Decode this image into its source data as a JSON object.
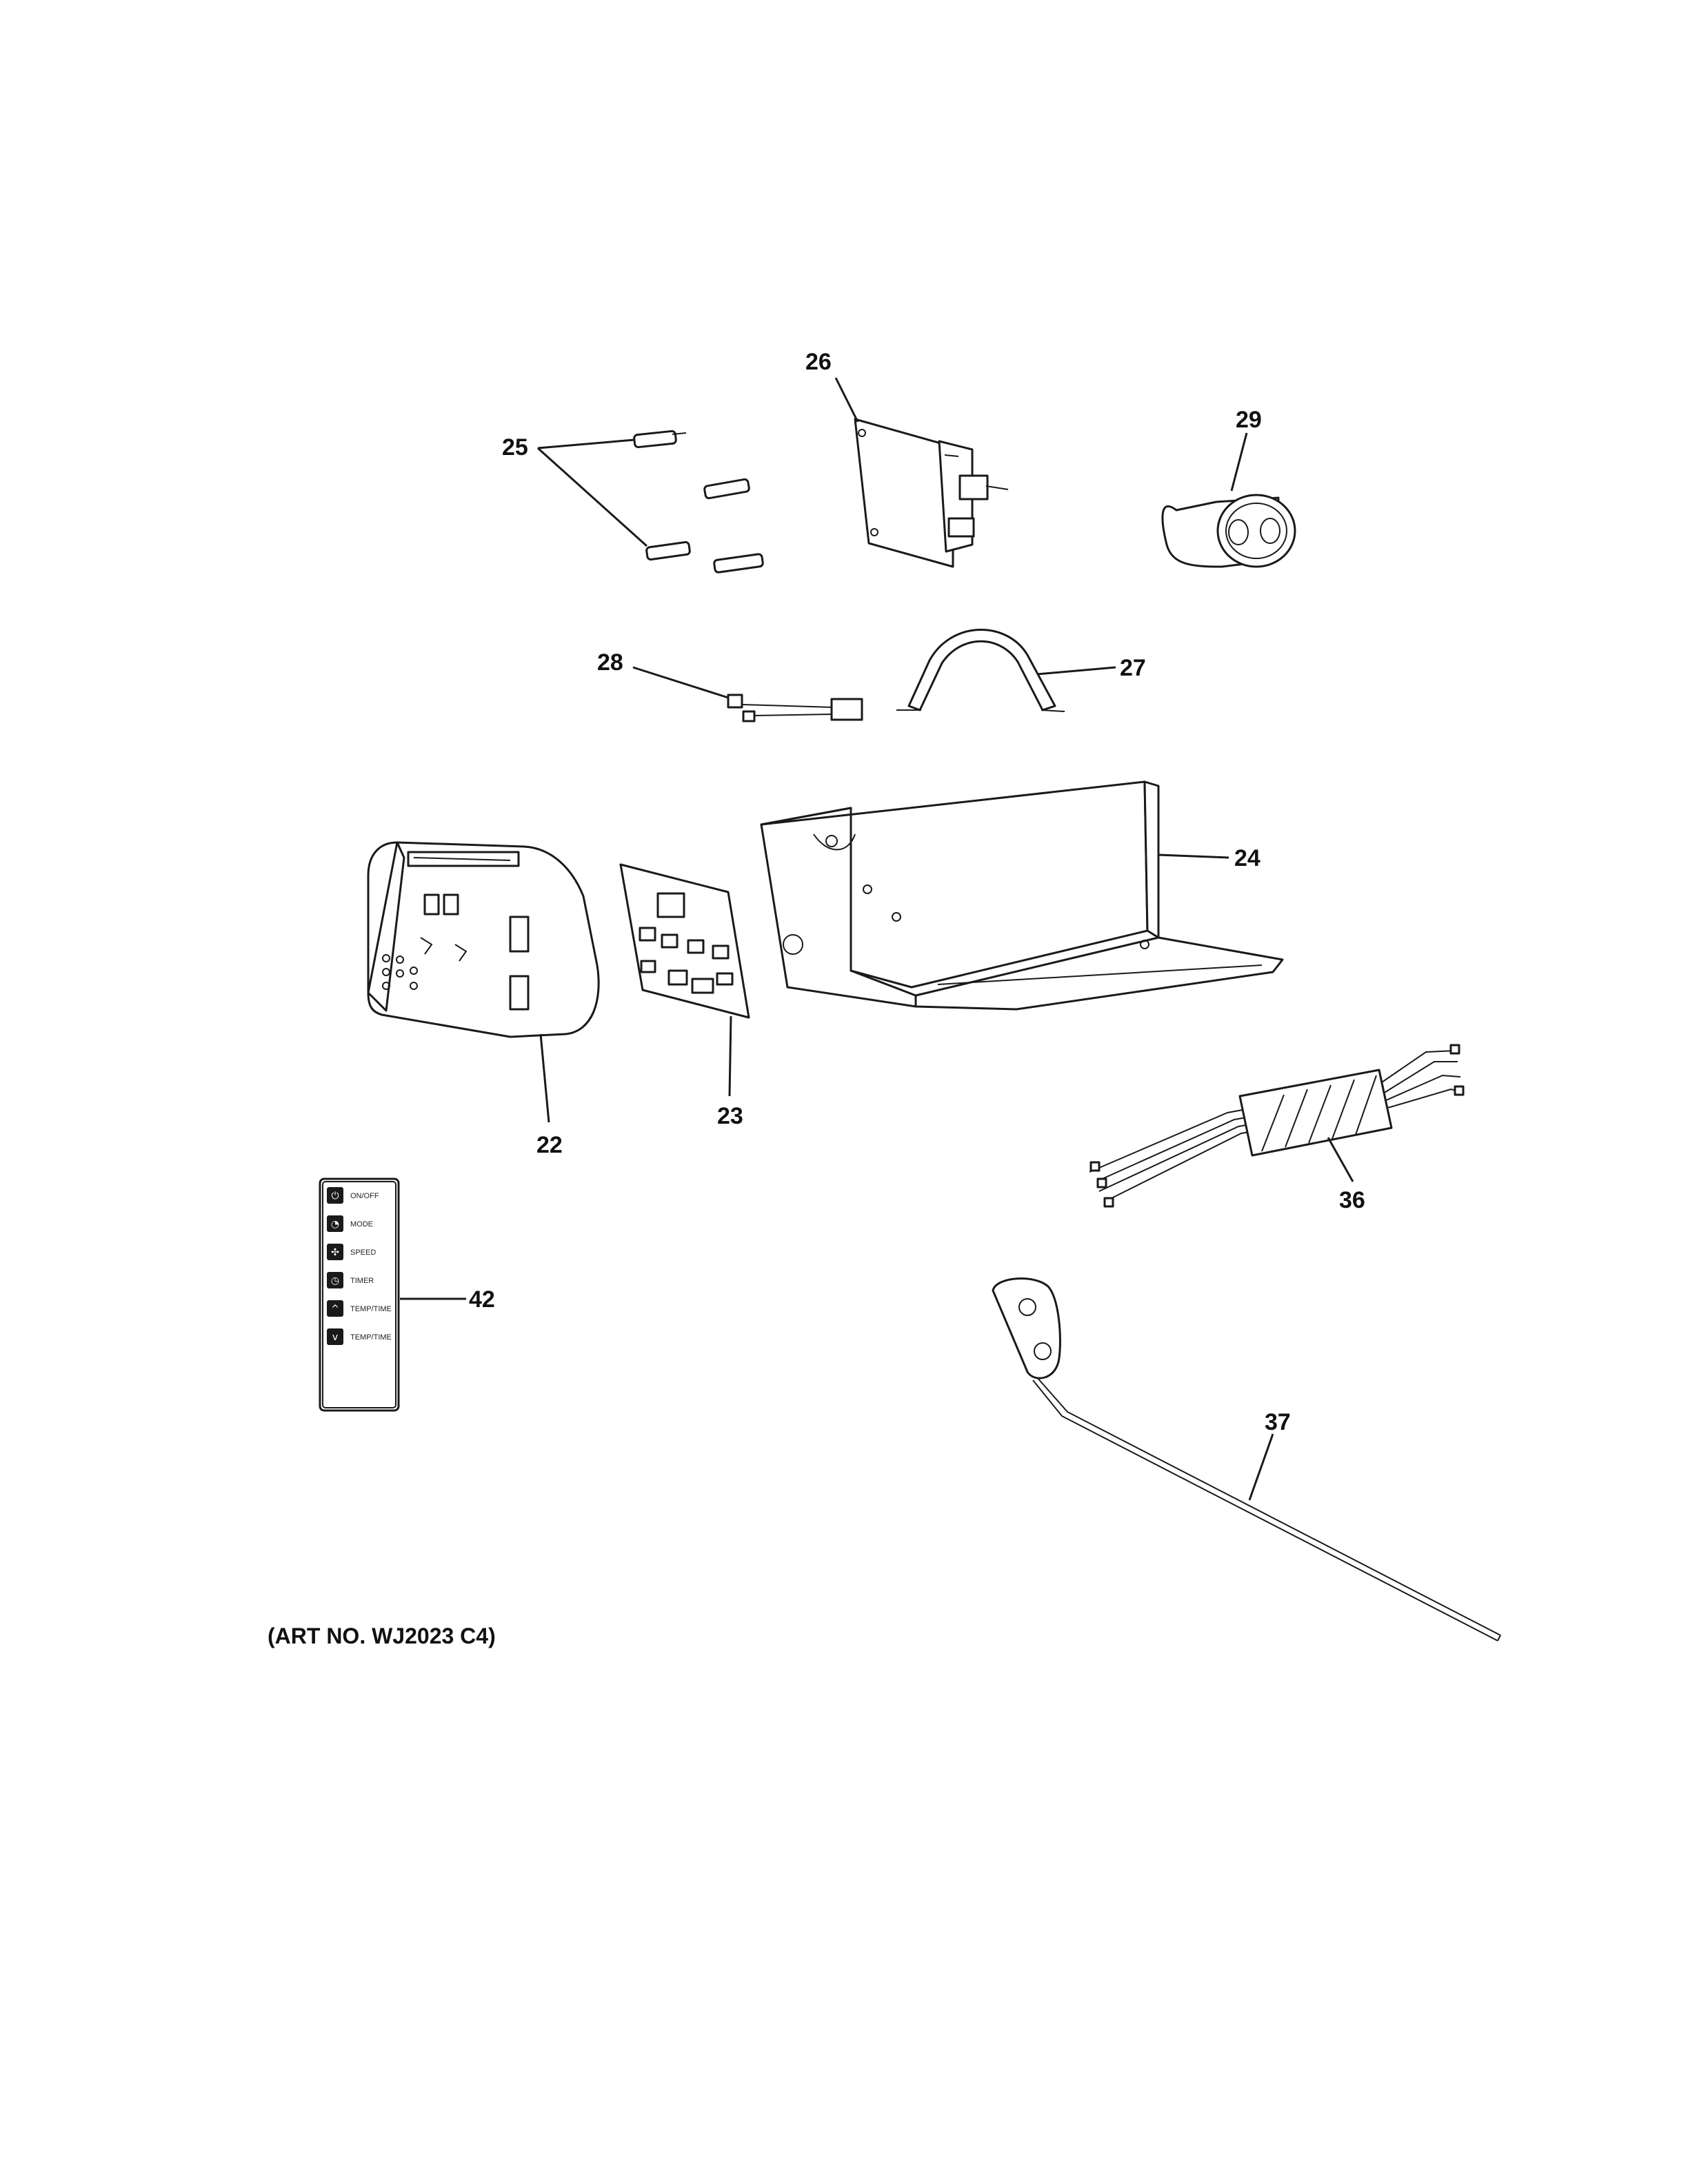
{
  "callouts": {
    "c22": "22",
    "c23": "23",
    "c24": "24",
    "c25": "25",
    "c26": "26",
    "c27": "27",
    "c28": "28",
    "c29": "29",
    "c36": "36",
    "c37": "37",
    "c42": "42"
  },
  "remote": {
    "buttons": [
      {
        "label": "ON/OFF",
        "icon": "power-icon"
      },
      {
        "label": "MODE",
        "icon": "mode-icon"
      },
      {
        "label": "SPEED",
        "icon": "fan-icon"
      },
      {
        "label": "TIMER",
        "icon": "timer-icon"
      },
      {
        "label": "TEMP/TIME",
        "icon": "chevron-up-icon"
      },
      {
        "label": "TEMP/TIME",
        "icon": "chevron-down-icon"
      }
    ]
  },
  "caption": "(ART NO. WJ2023 C4)"
}
